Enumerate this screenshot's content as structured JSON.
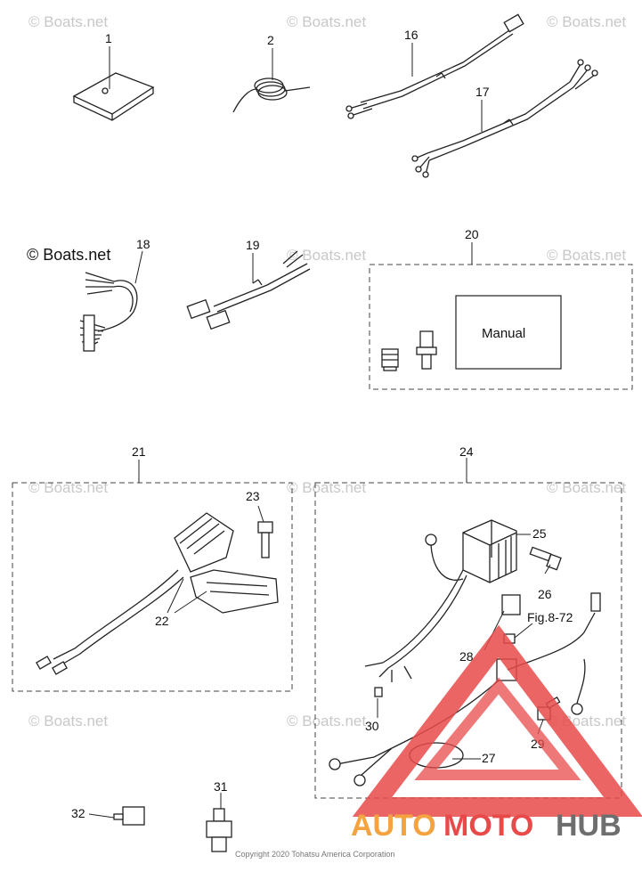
{
  "watermarks": [
    "© Boats.net",
    "© Boats.net",
    "© Boats.net",
    "© Boats.net",
    "© Boats.net",
    "© Boats.net",
    "© Boats.net",
    "© Boats.net",
    "© Boats.net",
    "© Boats.net",
    "© Boats.net"
  ],
  "brand_logo": "© Boats.net",
  "callouts": {
    "c1": "1",
    "c2": "2",
    "c16": "16",
    "c17": "17",
    "c18": "18",
    "c19": "19",
    "c20": "20",
    "c21": "21",
    "c22": "22",
    "c23": "23",
    "c24": "24",
    "c25": "25",
    "c26": "26",
    "cfig": "Fig.8-72",
    "c28": "28",
    "c30": "30",
    "c27": "27",
    "c29": "29",
    "c31": "31",
    "c32": "32"
  },
  "manual_label": "Manual",
  "copyright": "Copyright 2020 Tohatsu America Corporation",
  "site_logo": {
    "text_left": "AUTO",
    "text_mid": "MOTO",
    "text_right": "HUB",
    "colors": {
      "orange": "#f4a340",
      "red": "#e84a4a",
      "gray": "#6e6e6e"
    }
  }
}
